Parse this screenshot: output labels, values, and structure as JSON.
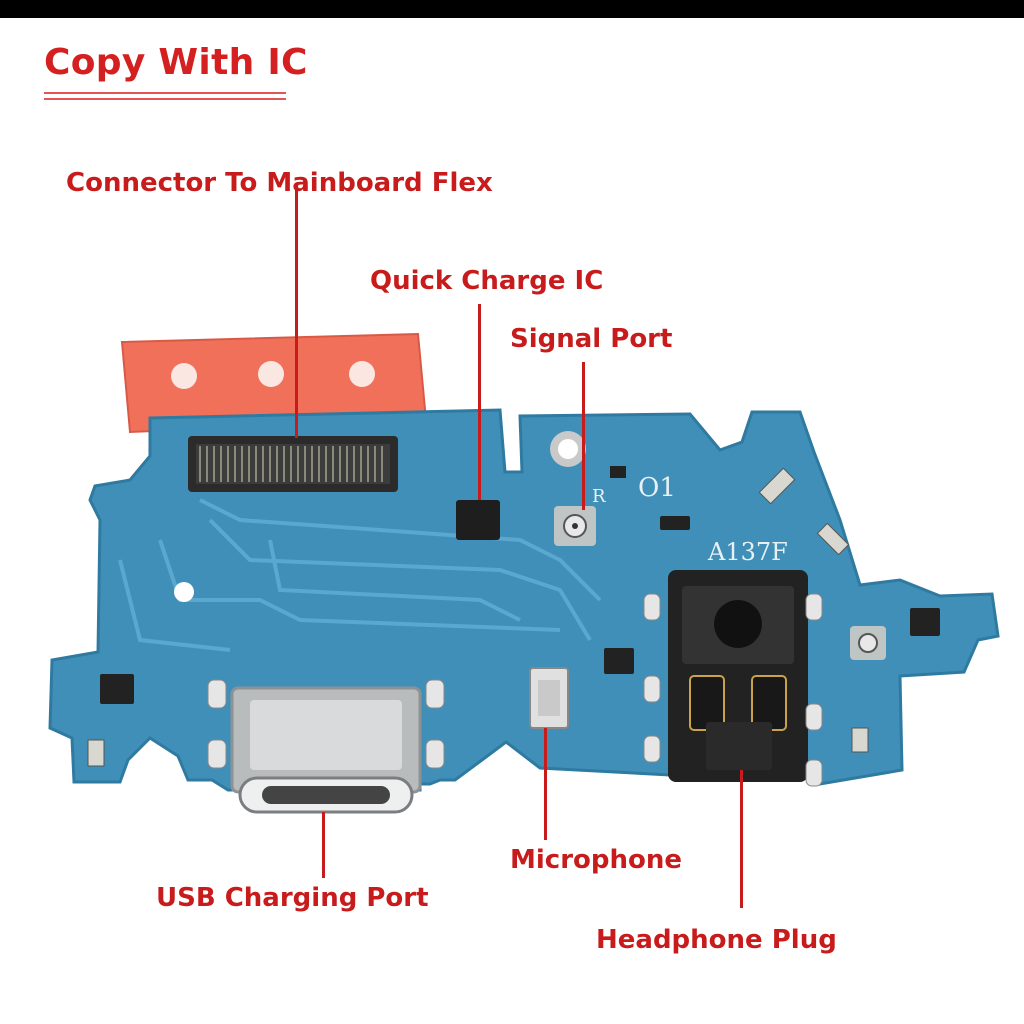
{
  "heading": "Copy With IC",
  "colors": {
    "label_red": "#c81c1c",
    "pcb_blue": "#3f8fb8",
    "flex_tape": "#f0705a",
    "connector_dark": "#2b2b2b"
  },
  "silkscreen": {
    "model": "A137F",
    "code": "O1",
    "mark_r": "R"
  },
  "callouts": {
    "connector": "Connector To Mainboard Flex",
    "quick_charge_ic": "Quick Charge IC",
    "signal_port": "Signal Port",
    "microphone": "Microphone",
    "usb_port": "USB Charging Port",
    "headphone": "Headphone Plug"
  }
}
